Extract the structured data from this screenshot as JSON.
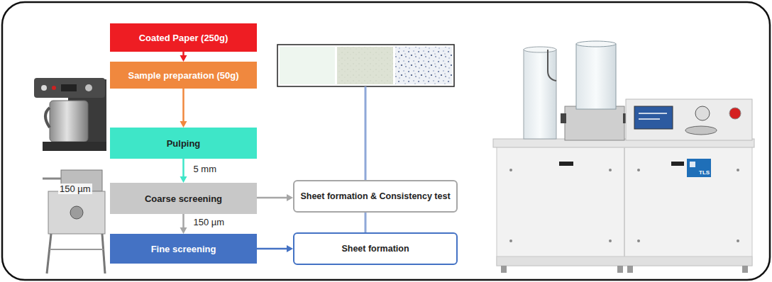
{
  "diagram": {
    "nodes": [
      {
        "text": [
          "Coated Paper (250g)"
        ]
      },
      {
        "text": [
          "Sample preparation (50g)"
        ]
      },
      {
        "text": [
          "Pulping"
        ]
      },
      {
        "text": [
          "Coarse screening"
        ]
      },
      {
        "text": [
          "Fine screening"
        ]
      },
      {
        "text": [
          "Sheet formation & Consistency test"
        ]
      },
      {
        "text": [
          "Sheet formation"
        ]
      }
    ],
    "edges": [
      {
        "from": 0,
        "to": 1,
        "arrow": "to"
      },
      {
        "from": 1,
        "to": 2,
        "arrow": "to"
      },
      {
        "from": 2,
        "to": 3,
        "label": "5 mm",
        "arrow": "to"
      },
      {
        "from": 3,
        "to": 4,
        "label": "150 µm",
        "arrow": "to"
      },
      {
        "from": 3,
        "to": 5,
        "arrow": "to"
      },
      {
        "from": 4,
        "to": 6,
        "arrow": "to"
      }
    ],
    "labels": [
      "150 µm",
      "TLS"
    ]
  }
}
